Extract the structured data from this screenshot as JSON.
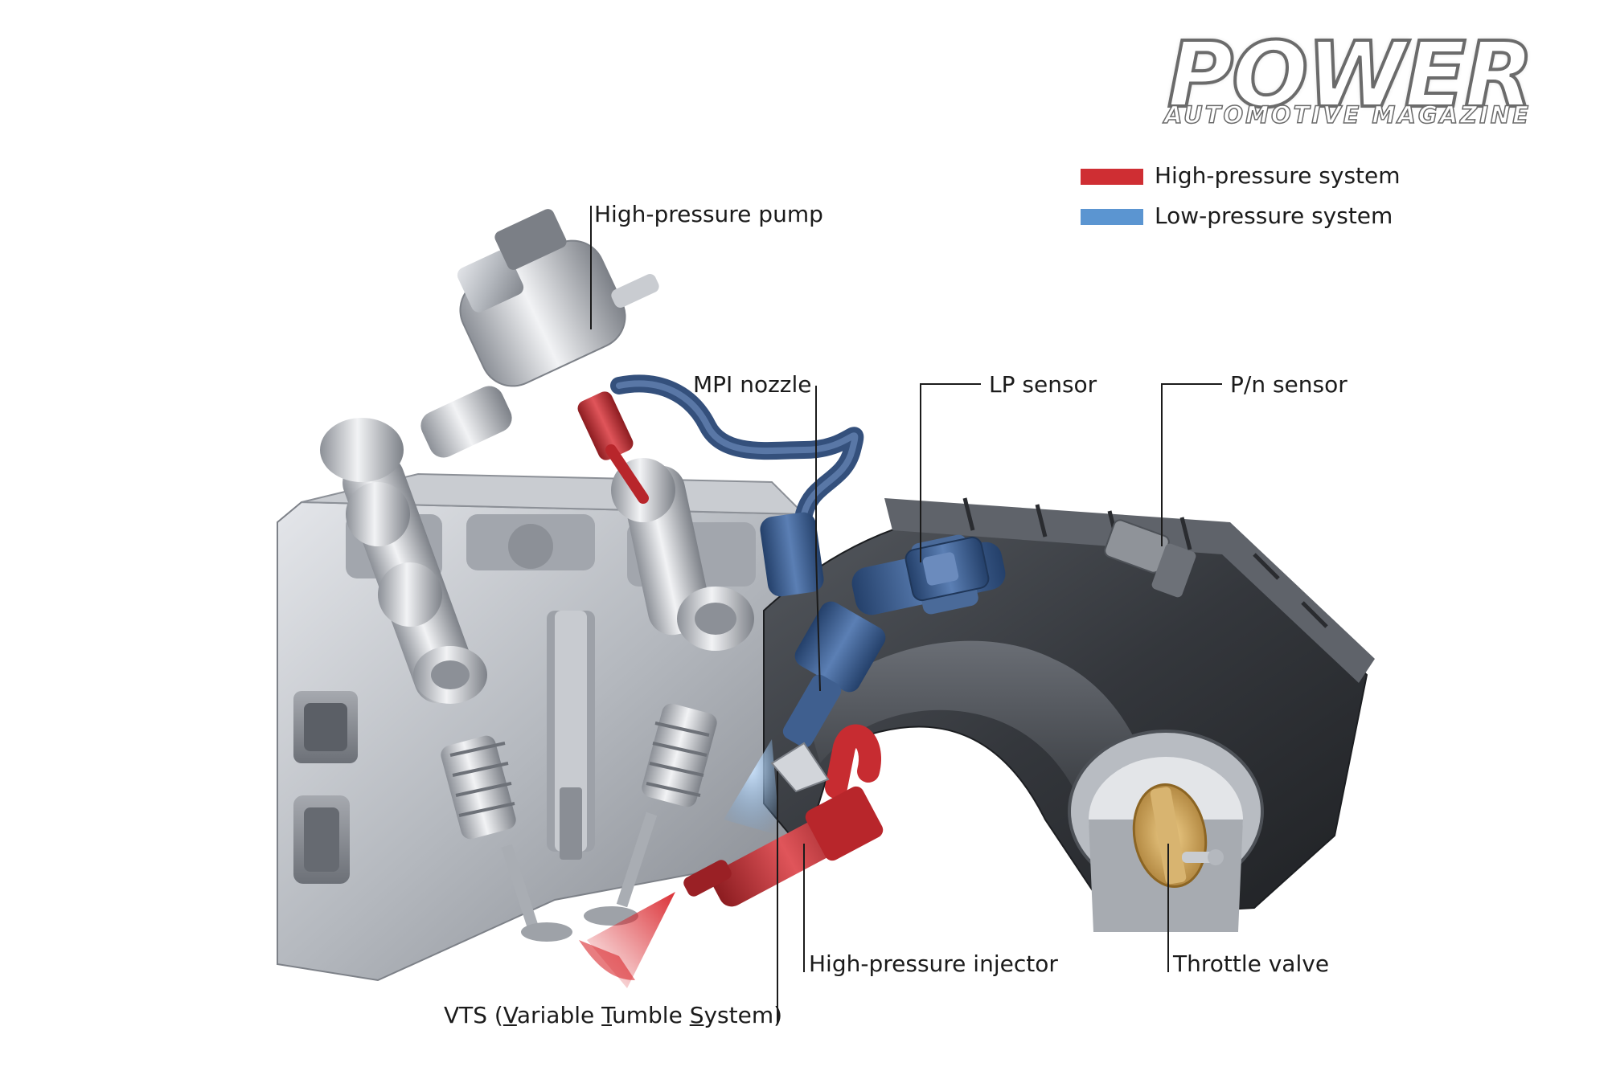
{
  "brand": {
    "name": "POWER",
    "tagline": "AUTOMOTIVE MAGAZINE"
  },
  "legend": {
    "items": [
      {
        "label": "High-pressure system",
        "color": "#cf2e33"
      },
      {
        "label": "Low-pressure system",
        "color": "#5b95d1"
      }
    ]
  },
  "labels": {
    "high_pressure_pump": "High-pressure pump",
    "mpi_nozzle": "MPI nozzle",
    "lp_sensor": "LP sensor",
    "pn_sensor": "P/n sensor",
    "high_pressure_injector": "High-pressure injector",
    "throttle_valve": "Throttle valve",
    "vts": {
      "part1": "VTS (",
      "v": "V",
      "part2": "ariable ",
      "t": "T",
      "part3": "umble ",
      "s": "S",
      "part4": "ystem)"
    }
  },
  "colors": {
    "high_pressure": "#cf2e33",
    "low_pressure": "#5b95d1",
    "fuel_line_dark_blue": "#2f4f7f",
    "aluminium": "#b9bcc2",
    "intake_dark": "#3a3d42",
    "throttle_gold": "#c9a35a"
  }
}
